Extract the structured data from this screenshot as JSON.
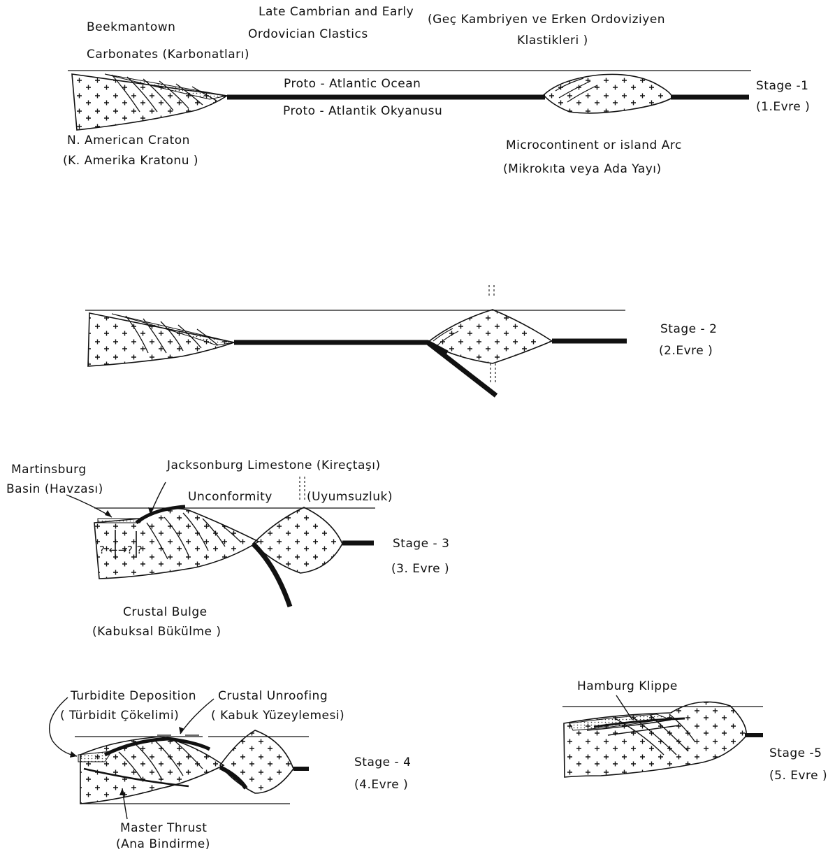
{
  "stage1": {
    "label": "Stage -1",
    "label_tr": "(1.Evre )",
    "carbonates_line1": "Beekmantown",
    "carbonates_line2": "Carbonates (Karbonatları)",
    "clastics_line1": "Late Cambrian and Early",
    "clastics_line2": "Ordovician Clastics",
    "clastics_tr_line1": "(Geç Kambriyen ve Erken Ordoviziyen",
    "clastics_tr_line2": "Klastikleri )",
    "ocean": "Proto - Atlantic Ocean",
    "ocean_tr": "Proto - Atlantik Okyanusu",
    "craton": "N. American Craton",
    "craton_tr": "(K. Amerika Kratonu )",
    "arc": "Microcontinent or island Arc",
    "arc_tr": "(Mikrokıta veya Ada Yayı)"
  },
  "stage2": {
    "label": "Stage - 2",
    "label_tr": "(2.Evre )"
  },
  "stage3": {
    "label": "Stage - 3",
    "label_tr": "(3. Evre )",
    "basin_line1": "Martinsburg",
    "basin_line2": "Basin (Havzası)",
    "limestone": "Jacksonburg Limestone (Kireçtaşı)",
    "unconformity": "Unconformity",
    "unconformity_tr": "(Uyumsuzluk)",
    "bulge": "Crustal Bulge",
    "bulge_tr": "(Kabuksal Bükülme )",
    "question_marks": "? ←→? ?"
  },
  "stage4": {
    "label": "Stage - 4",
    "label_tr": "(4.Evre )",
    "turbidite": "Turbidite Deposition",
    "turbidite_tr": "( Türbidit Çökelimi)",
    "unroofing": "Crustal Unroofing",
    "unroofing_tr": "( Kabuk Yüzeylemesi)",
    "thrust": "Master Thrust",
    "thrust_tr": "(Ana Bindirme)"
  },
  "stage5": {
    "label": "Stage -5",
    "label_tr": "(5. Evre )",
    "klippe": "Hamburg Klippe"
  },
  "colors": {
    "ink": "#111111",
    "paper": "#ffffff"
  }
}
